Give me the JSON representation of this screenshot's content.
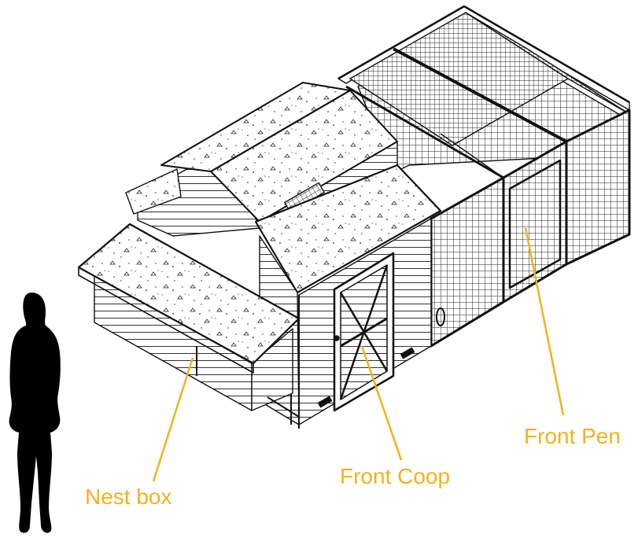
{
  "labels": {
    "nest_box": "Nest box",
    "front_coop": "Front Coop",
    "front_pen": "Front Pen"
  },
  "colors": {
    "callout": "#f2b21d",
    "line": "#111111",
    "wood": "#ffffff",
    "silhouette": "#000000"
  },
  "icons": [
    "person-silhouette-icon"
  ]
}
